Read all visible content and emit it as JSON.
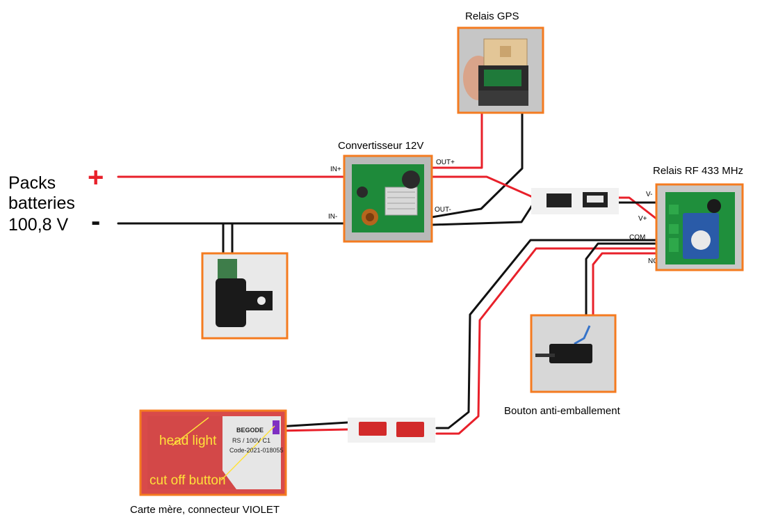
{
  "battery": {
    "label_lines": [
      "Packs",
      "batteries",
      "100,8 V"
    ],
    "plus": "+",
    "minus": "-"
  },
  "components": {
    "gps_relay": "Relais GPS",
    "converter": "Convertisseur 12V",
    "rf_relay": "Relais RF 433 MHz",
    "button": "Bouton anti-emballement",
    "mainboard": "Carte mère, connecteur VIOLET"
  },
  "terminals": {
    "in_plus": "IN+",
    "in_minus": "IN-",
    "out_plus": "OUT+",
    "out_minus": "OUT-",
    "v_minus": "V-",
    "v_plus": "V+",
    "com": "COM",
    "nc": "NC"
  },
  "mainboard_photo": {
    "brand": "BEGODE",
    "model": "RS / 100V C1",
    "code": "Code-2021-018055",
    "head_light": "head light",
    "cut_off": "cut off button"
  },
  "colors": {
    "frame": "#f47b20",
    "wire_positive": "#e8202a",
    "wire_negative": "#111111"
  }
}
